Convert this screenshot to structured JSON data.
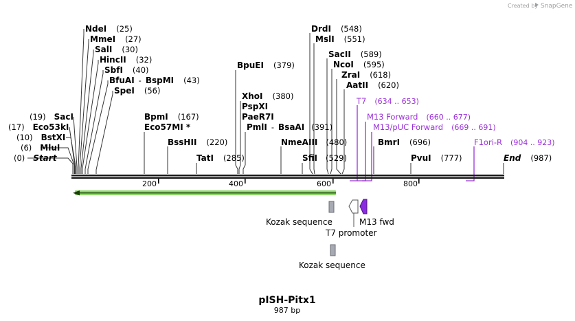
{
  "credit": {
    "created_by": "Created by",
    "brand": "SnapGene"
  },
  "plasmid": {
    "name": "pISH-Pitx1",
    "length": "987 bp"
  },
  "sites": [
    {
      "name": "Start",
      "pos": "(0)",
      "bp": 0
    },
    {
      "name": "MluI",
      "pos": "(6)",
      "bp": 6
    },
    {
      "name": "BstXI",
      "pos": "(10)",
      "bp": 10
    },
    {
      "name": "Eco53kI",
      "pos": "(17)",
      "bp": 17
    },
    {
      "name": "SacI",
      "pos": "(19)",
      "bp": 19
    },
    {
      "name": "NdeI",
      "pos": "(25)",
      "bp": 25
    },
    {
      "name": "MmeI",
      "pos": "(27)",
      "bp": 27
    },
    {
      "name": "SalI",
      "pos": "(30)",
      "bp": 30
    },
    {
      "name": "HincII",
      "pos": "(32)",
      "bp": 32
    },
    {
      "name": "SbfI",
      "pos": "(40)",
      "bp": 40
    },
    {
      "name": "BfuAI",
      "name2": "BspMI",
      "pos": "(43)",
      "bp": 43
    },
    {
      "name": "SpeI",
      "pos": "(56)",
      "bp": 56
    },
    {
      "name": "BpmI",
      "pos": "(167)",
      "bp": 167
    },
    {
      "name": "Eco57MI *",
      "pos": "",
      "bp": 167
    },
    {
      "name": "BssHII",
      "pos": "(220)",
      "bp": 220
    },
    {
      "name": "TatI",
      "pos": "(285)",
      "bp": 285
    },
    {
      "name": "BpuEI",
      "pos": "(379)",
      "bp": 379
    },
    {
      "name": "XhoI",
      "pos": "(380)",
      "bp": 380
    },
    {
      "name": "PspXI",
      "pos": "",
      "bp": 380
    },
    {
      "name": "PaeR7I",
      "pos": "",
      "bp": 380
    },
    {
      "name": "PmlI",
      "name2": "BsaAI",
      "pos": "(391)",
      "bp": 391
    },
    {
      "name": "NmeAIII",
      "pos": "(480)",
      "bp": 480
    },
    {
      "name": "SfiI",
      "pos": "(529)",
      "bp": 529
    },
    {
      "name": "DrdI",
      "pos": "(548)",
      "bp": 548
    },
    {
      "name": "MslI",
      "pos": "(551)",
      "bp": 551
    },
    {
      "name": "SacII",
      "pos": "(589)",
      "bp": 589
    },
    {
      "name": "NcoI",
      "pos": "(595)",
      "bp": 595
    },
    {
      "name": "ZraI",
      "pos": "(618)",
      "bp": 618
    },
    {
      "name": "AatII",
      "pos": "(620)",
      "bp": 620
    },
    {
      "name": "BmrI",
      "pos": "(696)",
      "bp": 696
    },
    {
      "name": "PvuI",
      "pos": "(777)",
      "bp": 777
    },
    {
      "name": "End",
      "pos": "(987)",
      "bp": 987
    }
  ],
  "primers": [
    {
      "name": "T7",
      "range": "(634 .. 653)",
      "start": 634,
      "end": 653
    },
    {
      "name": "M13 Forward",
      "range": "(660 .. 677)",
      "start": 660,
      "end": 677
    },
    {
      "name": "M13/pUC Forward",
      "range": "(669 .. 691)",
      "start": 669,
      "end": 691
    },
    {
      "name": "F1ori-R",
      "range": "(904 .. 923)",
      "start": 904,
      "end": 923
    }
  ],
  "axis": {
    "ticks": [
      200,
      400,
      600,
      800
    ]
  },
  "features": [
    {
      "name": "Kozak sequence"
    },
    {
      "name": "Kozak sequence"
    },
    {
      "name": "T7 promoter"
    },
    {
      "name": "M13 fwd"
    }
  ],
  "colors": {
    "primer": "#9b30d9",
    "orf": "#8fd96b",
    "kozak": "#a7a9b3",
    "m13": "#8a2be2"
  }
}
